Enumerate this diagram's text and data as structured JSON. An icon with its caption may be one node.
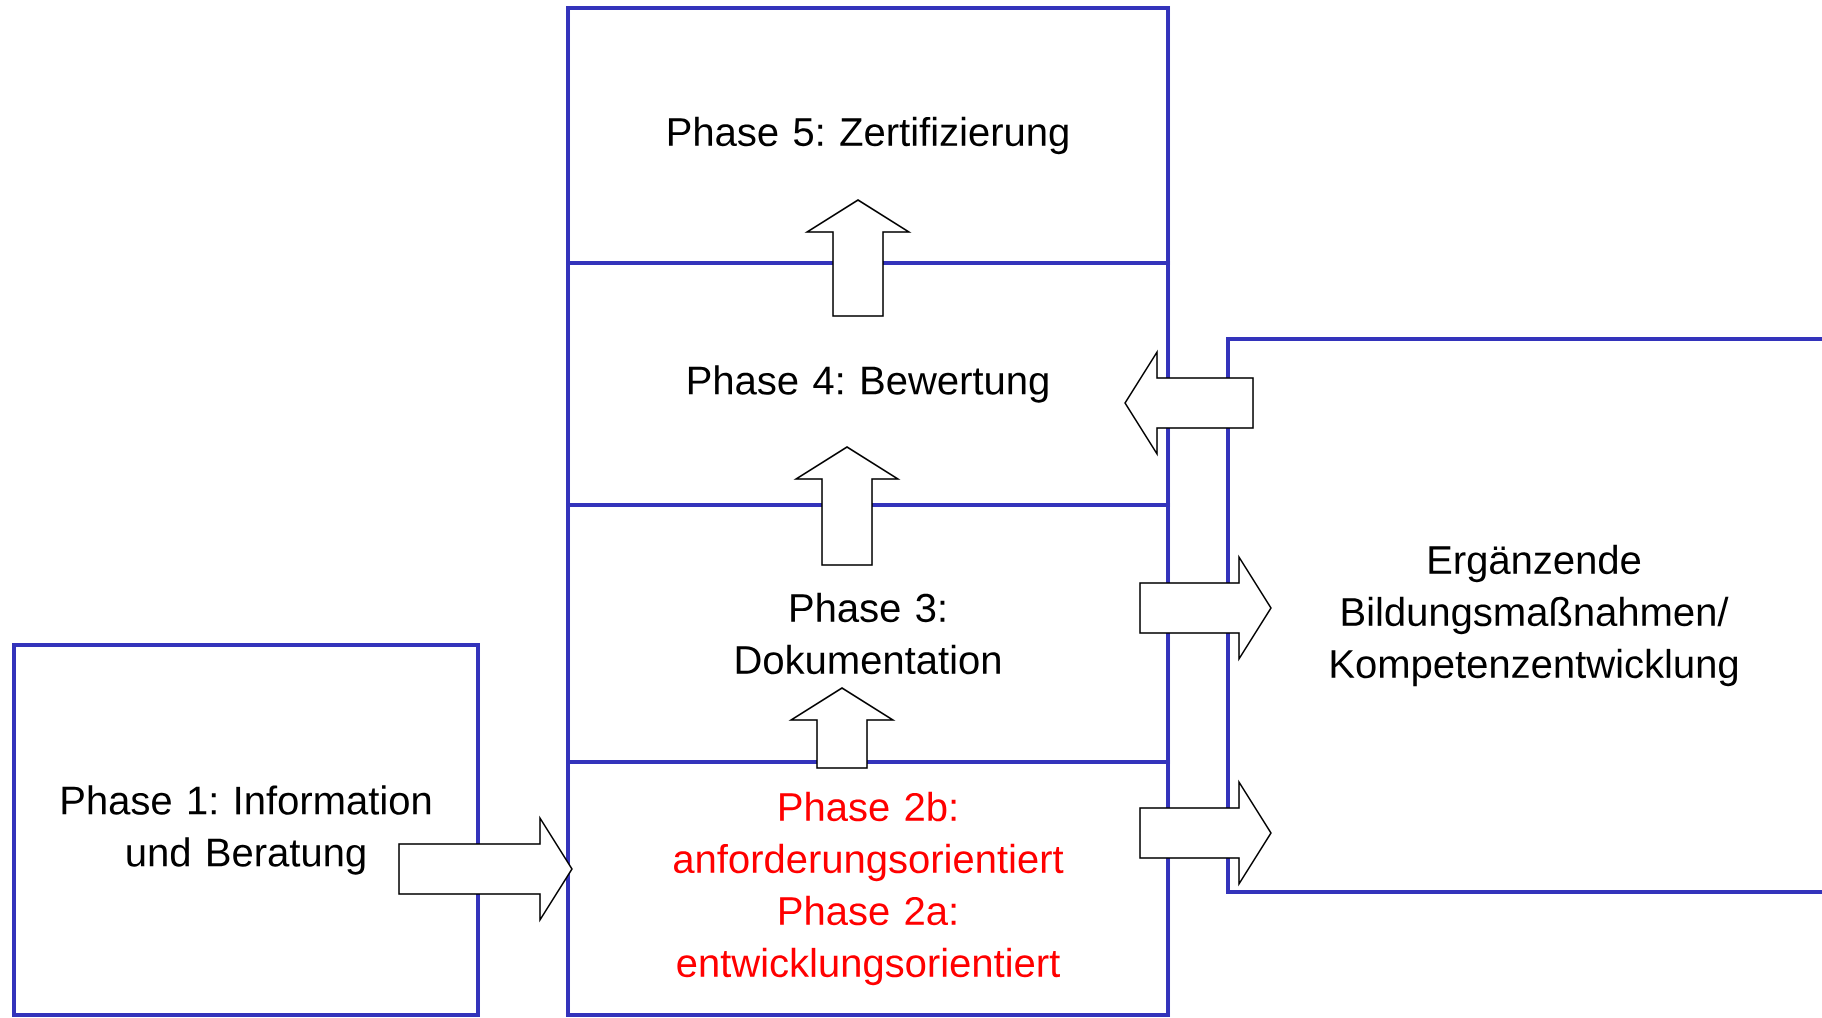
{
  "diagram": {
    "nodes": [
      {
        "text": [
          "Phase 1: Information und Beratung"
        ]
      },
      {
        "text": [
          "Phase 2b: anforderungsorientiert",
          "Phase 2a: entwicklungsorientiert"
        ]
      },
      {
        "text": [
          "Phase 3: Dokumentation"
        ]
      },
      {
        "text": [
          "Phase 4: Bewertung"
        ]
      },
      {
        "text": [
          "Phase 5: Zertifizierung"
        ]
      },
      {
        "text": [
          "Ergänzende Bildungsmaßnahmen/ Kompetenzentwicklung"
        ]
      }
    ],
    "edges": [
      {
        "from": 0,
        "to": 1,
        "arrow": "to"
      },
      {
        "from": 1,
        "to": 2,
        "arrow": "to"
      },
      {
        "from": 2,
        "to": 3,
        "arrow": "to"
      },
      {
        "from": 3,
        "to": 4,
        "arrow": "to"
      },
      {
        "from": 5,
        "to": 3,
        "arrow": "to"
      },
      {
        "from": 2,
        "to": 5,
        "arrow": "to"
      },
      {
        "from": 1,
        "to": 5,
        "arrow": "to"
      }
    ]
  }
}
